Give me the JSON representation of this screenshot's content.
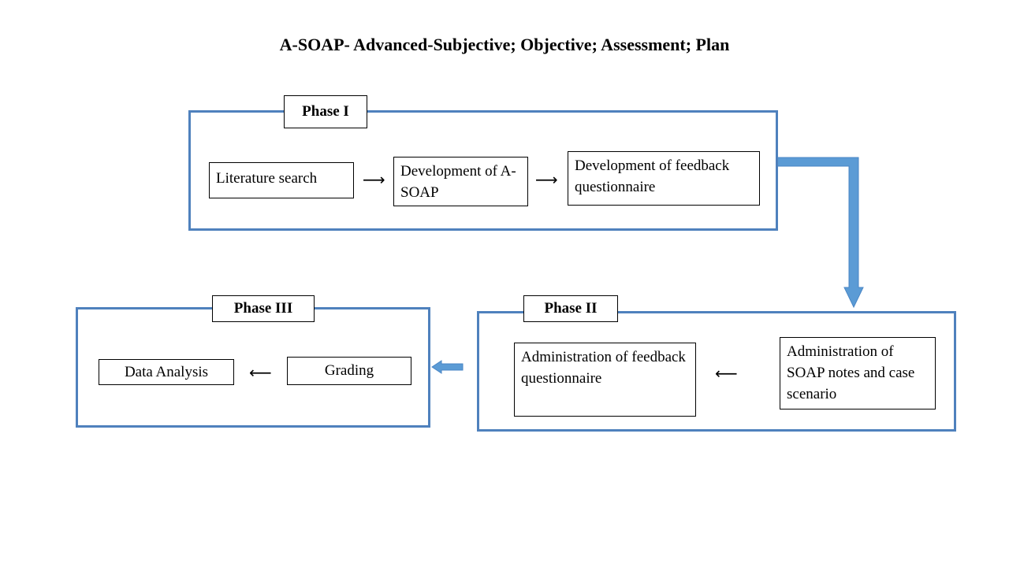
{
  "title": "A-SOAP- Advanced-Subjective; Objective; Assessment; Plan",
  "phase1": {
    "label": "Phase I",
    "steps": [
      "Literature search",
      "Development of A-SOAP",
      "Development of feedback questionnaire"
    ]
  },
  "phase2": {
    "label": "Phase II",
    "steps": [
      "Administration of feedback questionnaire",
      "Administration of SOAP notes and case scenario"
    ]
  },
  "phase3": {
    "label": "Phase III",
    "steps": [
      "Data Analysis",
      "Grading"
    ]
  },
  "icons": {
    "small_right_arrow": "rightwards-arrow",
    "small_left_arrow": "leftwards-arrow",
    "flow_arrow_color": "#5b9bd5"
  },
  "colors": {
    "phase_border": "#4f81bd",
    "flow_arrow": "#5b9bd5"
  }
}
